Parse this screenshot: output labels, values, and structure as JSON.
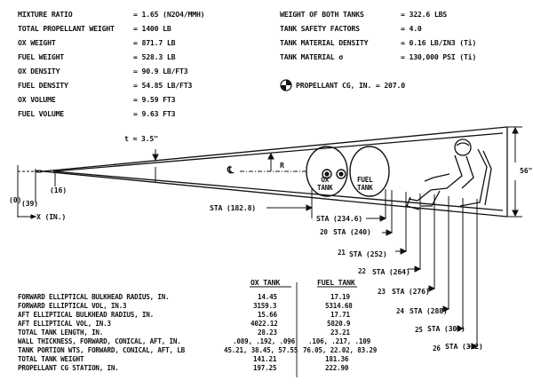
{
  "params_left": [
    {
      "label": "MIXTURE RATIO",
      "value": "= 1.65 (N2O4/MMH)"
    },
    {
      "label": "TOTAL PROPELLANT WEIGHT",
      "value": "= 1400 LB"
    },
    {
      "label": "OX WEIGHT",
      "value": "= 871.7 LB"
    },
    {
      "label": "FUEL WEIGHT",
      "value": "= 528.3 LB"
    },
    {
      "label": "OX DENSITY",
      "value": "= 90.9 LB/FT3"
    },
    {
      "label": "FUEL DENSITY",
      "value": "= 54.85 LB/FT3"
    },
    {
      "label": "OX VOLUME",
      "value": "= 9.59 FT3"
    },
    {
      "label": "FUEL VOLUME",
      "value": "= 9.63 FT3"
    }
  ],
  "params_right": [
    {
      "label": "WEIGHT OF BOTH TANKS",
      "value": "= 322.6 LBS"
    },
    {
      "label": "TANK SAFETY FACTORS",
      "value": "= 4.0"
    },
    {
      "label": "TANK MATERIAL DENSITY",
      "value": "= 0.16 LB/IN3 (Ti)"
    },
    {
      "label": "TANK MATERIAL σ",
      "value": "= 130,000 PSI (Ti)"
    }
  ],
  "cg_note": "PROPELLANT CG, IN. = 207.0",
  "drawing": {
    "thickness": "t ≈ 3.5\"",
    "radius": "R",
    "centerline": "℄",
    "ox_tank": "OX\nTANK",
    "fuel_tank": "FUEL\nTANK",
    "height": "56\"",
    "x_origin": "(0)",
    "x_16": "(16)",
    "x_39": "(39)",
    "x_axis": "X (IN.)",
    "stations": [
      {
        "prefix": "",
        "label": "STA (182.8)"
      },
      {
        "prefix": "",
        "label": "STA (234.6)"
      },
      {
        "prefix": "20",
        "label": "STA (240)"
      },
      {
        "prefix": "21",
        "label": "STA (252)"
      },
      {
        "prefix": "22",
        "label": "STA (264)"
      },
      {
        "prefix": "23",
        "label": "STA (276)"
      },
      {
        "prefix": "24",
        "label": "STA (288)"
      },
      {
        "prefix": "25",
        "label": "STA (300)"
      },
      {
        "prefix": "26",
        "label": "STA (312)"
      }
    ]
  },
  "table": {
    "col_ox": "OX TANK",
    "col_fuel": "FUEL TANK",
    "rows": [
      {
        "label": "FORWARD ELLIPTICAL BULKHEAD RADIUS, IN.",
        "ox": "14.45",
        "fuel": "17.19"
      },
      {
        "label": "FORWARD ELLIPTICAL VOL, IN.3",
        "ox": "3159.3",
        "fuel": "5314.68"
      },
      {
        "label": "AFT ELLIPTICAL BULKHEAD RADIUS, IN.",
        "ox": "15.66",
        "fuel": "17.71"
      },
      {
        "label": "AFT ELLIPTICAL VOL, IN.3",
        "ox": "4022.12",
        "fuel": "5820.9"
      },
      {
        "label": "TOTAL TANK LENGTH, IN.",
        "ox": "28.23",
        "fuel": "23.21"
      },
      {
        "label": "WALL THICKNESS, FORWARD, CONICAL, AFT, IN.",
        "ox": ".089, .192, .096",
        "fuel": ".106, .217, .109"
      },
      {
        "label": "TANK PORTION WTS, FORWARD, CONICAL, AFT, LB",
        "ox": "45.21, 38.45, 57.55",
        "fuel": "76.05, 22.02, 83.29"
      },
      {
        "label": "TOTAL TANK WEIGHT",
        "ox": "141.21",
        "fuel": "181.36"
      },
      {
        "label": "PROPELLANT CG STATION, IN.",
        "ox": "197.25",
        "fuel": "222.90"
      }
    ]
  }
}
